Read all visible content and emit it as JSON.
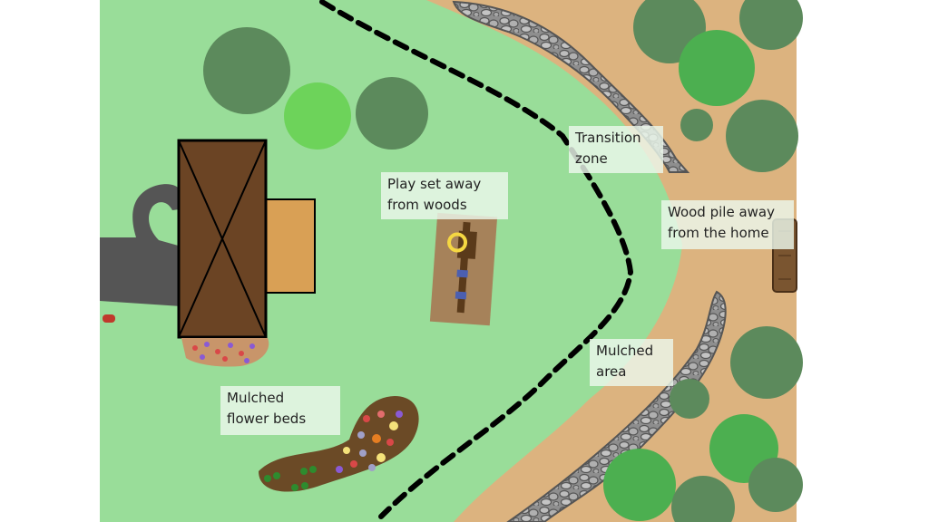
{
  "labels": {
    "transition_zone": "Transition\nzone",
    "play_set": "Play set away\nfrom woods",
    "wood_pile": "Wood pile away\nfrom the home",
    "mulched_area": "Mulched\narea",
    "flower_beds": "Mulched\nflower beds"
  },
  "colors": {
    "lawn": "#99dd99",
    "path_sand": "#dcb37f",
    "stone_wall": "#8c8c8c",
    "dark_tree": "#5c8a5c",
    "bright_tree": "#4caf50",
    "light_bush": "#6dd35a",
    "house_roof": "#6b4424",
    "garage": "#d9a055",
    "driveway": "#555555",
    "mulch": "#6b4a26",
    "play_mat": "#a6825a",
    "boundary_line": "#000000"
  }
}
